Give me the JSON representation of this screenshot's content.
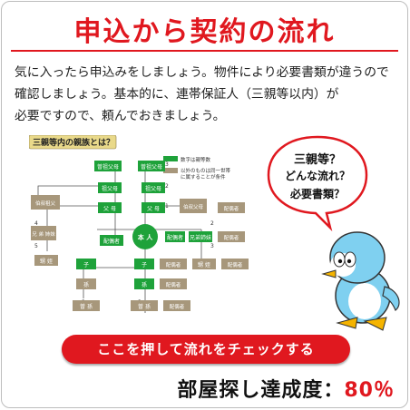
{
  "title": "申込から契約の流れ",
  "body_lines": [
    "気に入ったら申込みをしましょう。物件により必要書類が違うので",
    "確認しましょう。基本的に、連帯保証人（三親等以内）が",
    "必要ですので、頼んでおきましょう。"
  ],
  "chart": {
    "heading": "三親等内の親族とは？",
    "legend_1": "数字は親等数",
    "legend_2a": "以外のものは同一世帯",
    "legend_2b": "に属することが条件",
    "center": "本 人",
    "labels": {
      "ggp": "曽祖父母",
      "gp": "祖父母",
      "p": "父 母",
      "uncle": "伯叔父母",
      "uncle_side": "伯叔父母",
      "grand_uncle": "伯叔祖父",
      "sib": "兄弟姉妹",
      "niece": "甥 姪",
      "cousin": "兄 弟 姉妹",
      "spouse": "配偶者",
      "child": "子",
      "grandchild": "孫",
      "ggchild": "曽 孫",
      "s1": "配偶者",
      "s2": "配偶者",
      "s3": "配偶者",
      "s4": "配偶者",
      "s5": "配偶者",
      "s6": "配偶者",
      "s7": "配偶者",
      "s8": "配偶者",
      "niece2": "甥 姪",
      "niece3": "甥 姪"
    }
  },
  "bubble": {
    "line1": "三親等？",
    "line2": "どんな流れ？",
    "line3": "必要書類？"
  },
  "cta_label": "ここを押して流れをチェックする",
  "progress": {
    "label": "部屋探し達成度：",
    "value": "80％",
    "accent": "#e0181f"
  },
  "colors": {
    "accent": "#e0181f",
    "green": "#1ea23a",
    "box": "#a7977b"
  }
}
